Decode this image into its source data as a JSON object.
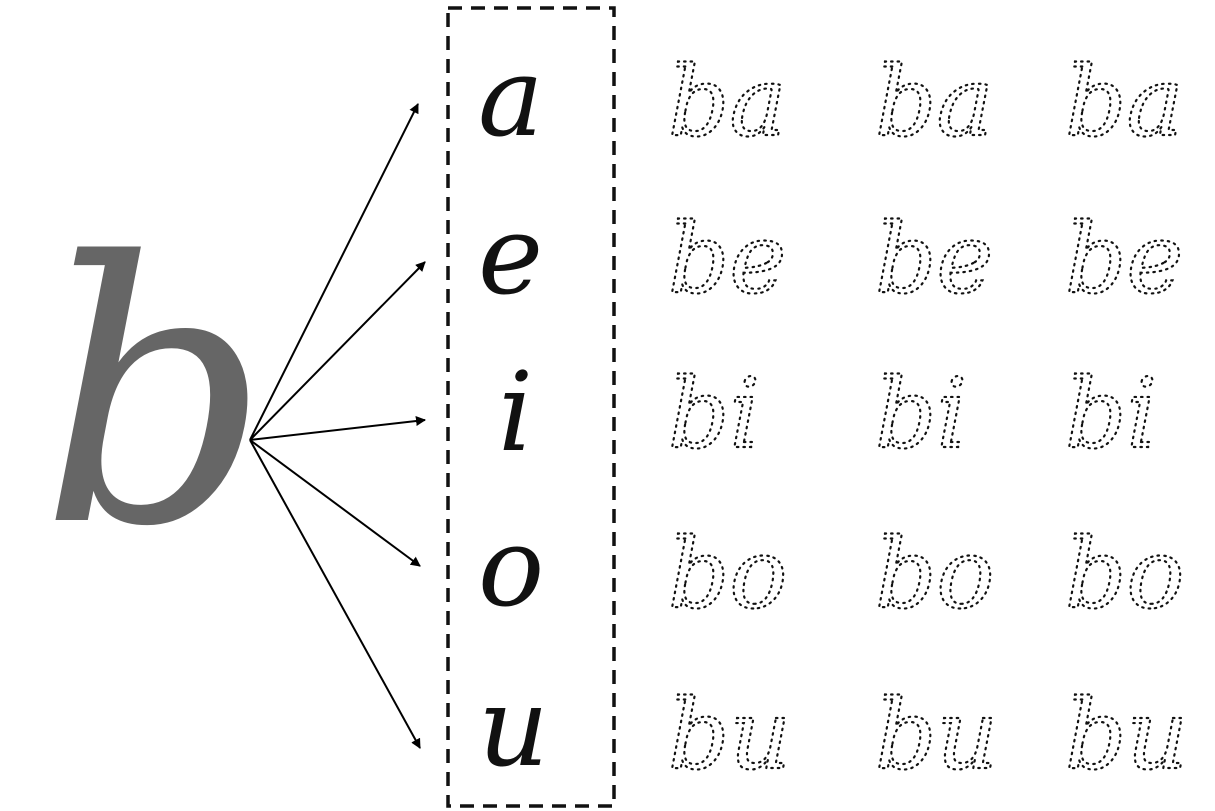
{
  "worksheet": {
    "consonant": "b",
    "vowels": [
      "a",
      "e",
      "i",
      "o",
      "u"
    ],
    "syllable_rows": [
      [
        "ba",
        "ba",
        "ba"
      ],
      [
        "be",
        "be",
        "be"
      ],
      [
        "bi",
        "bi",
        "bi"
      ],
      [
        "bo",
        "bo",
        "bo"
      ],
      [
        "bu",
        "bu",
        "bu"
      ]
    ],
    "colors": {
      "consonant": "#666666",
      "ink": "#111111"
    }
  }
}
